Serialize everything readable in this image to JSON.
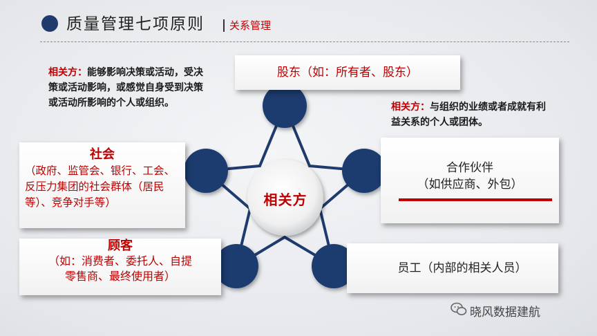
{
  "header": {
    "title": "质量管理七项原则",
    "subtitle": "关系管理"
  },
  "notes": {
    "left": {
      "keyword": "相关方：",
      "body": "能够影响决策或活动，受决策或活动影响，或感觉自身受到决策或活动所影响的个人或组织。"
    },
    "right": {
      "keyword": "相关方：",
      "body": "与组织的业绩或者成就有利益关系的个人或团体。"
    }
  },
  "hub": {
    "label": "相关方"
  },
  "cards": {
    "shareholders": {
      "text": "股东（如：所有者、股东）"
    },
    "society": {
      "title": "社会",
      "body": "（政府、监管会、银行、工会、反压力集团的社会群体（居民等）、竞争对手等）"
    },
    "partners": {
      "title": "合作伙伴",
      "body": "（如供应商、外包）"
    },
    "customers": {
      "title": "顾客",
      "body": "（如：消费者、委托人、自提零售商、最终使用者）"
    },
    "employees": {
      "text": "员工（内部的相关人员）"
    }
  },
  "watermark": {
    "text": "晓风数据建航"
  },
  "colors": {
    "navy": "#1f3b6e",
    "red": "#c00000"
  }
}
